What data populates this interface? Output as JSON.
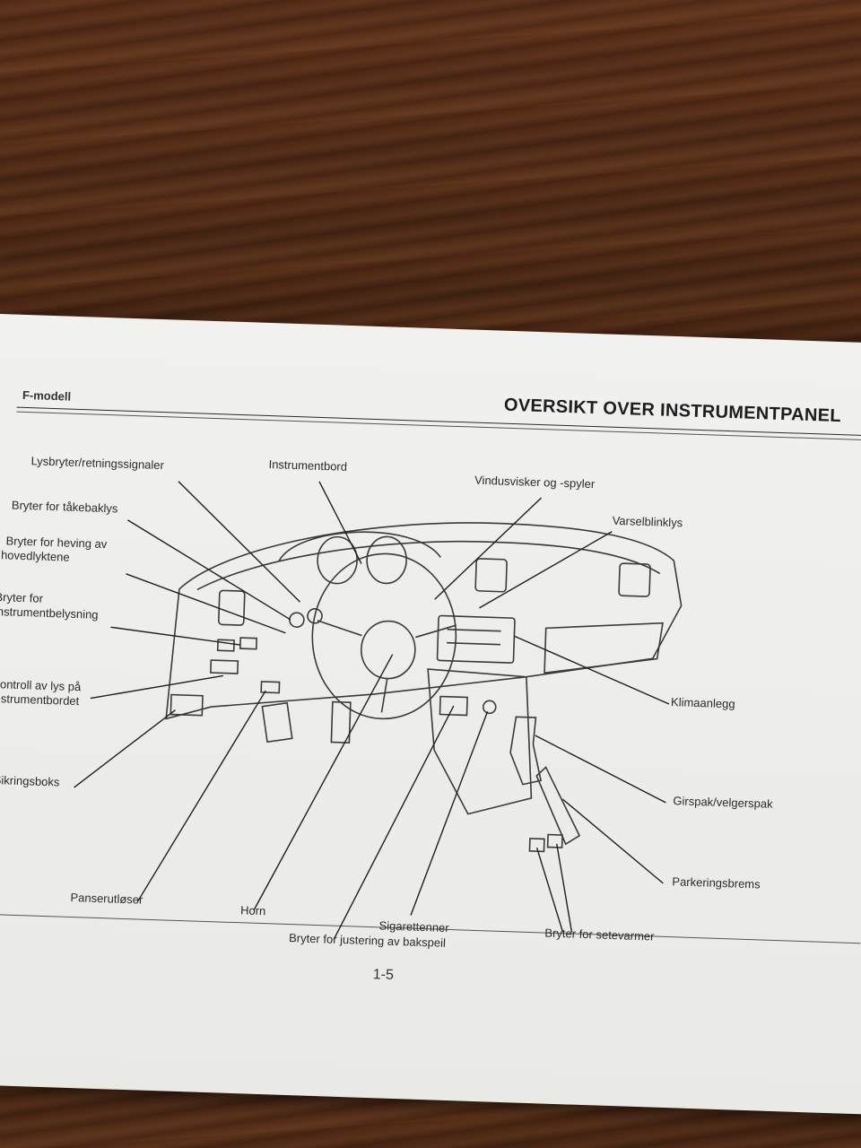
{
  "page": {
    "title": "OVERSIKT OVER INSTRUMENTPANEL",
    "model": "F-modell",
    "page_number": "1-5"
  },
  "labels": {
    "light_switch": "Lysbryter/retningssignaler",
    "instrument_panel": "Instrumentbord",
    "wiper": "Vindusvisker og -spyler",
    "hazard": "Varselblinklys",
    "fog_light_1": "Bryter for tåkebaklys",
    "headlight_level_1": "Bryter for heving av",
    "headlight_level_2": "hovedlyktene",
    "instr_light_1": "Bryter for",
    "instr_light_2": "instrumentbelysning",
    "dash_light_1": "Kontroll av lys på",
    "dash_light_2": "instrumentbordet",
    "fuse_box": "Sikringsboks",
    "hood_release": "Panserutløser",
    "horn": "Horn",
    "cigarette_lighter": "Sigarettenner",
    "mirror_adjust": "Bryter for justering av bakspeil",
    "seat_heater": "Bryter for setevarmer",
    "climate": "Klimaanlegg",
    "gear_lever": "Girspak/velgerspak",
    "parking_brake": "Parkeringsbrems"
  }
}
